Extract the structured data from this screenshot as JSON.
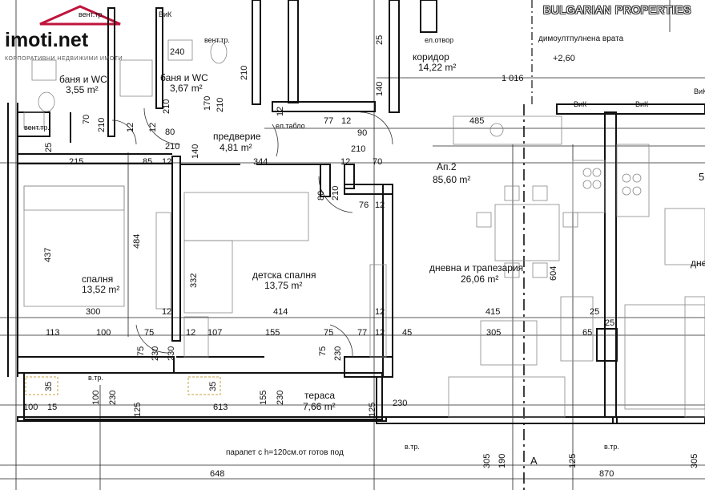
{
  "watermark": {
    "logo_text": "imoti.net",
    "logo_subtitle": "КОРПОРАТИВНИ НЕДВИЖИМИ ИМОТИ",
    "brand_text": "BULGARIAN PROPERTIES"
  },
  "apartment": {
    "name": "Ап.2",
    "area": "85,60 m²"
  },
  "rooms": {
    "bath1": {
      "name": "баня и WC",
      "area": "3,55 m²"
    },
    "bath2": {
      "name": "баня и WC",
      "area": "3,67 m²"
    },
    "corridor": {
      "name": "коридор",
      "area": "14,22 m²"
    },
    "hall": {
      "name": "предверие",
      "area": "4,81 m²"
    },
    "bedroom": {
      "name": "спалня",
      "area": "13,52 m²"
    },
    "kids": {
      "name": "детска спалня",
      "area": "13,75 m²"
    },
    "living": {
      "name": "дневна и трапезария",
      "area": "26,06 m²"
    },
    "terrace": {
      "name": "тераса",
      "area": "7,66 m²"
    },
    "right_room": {
      "name": "дне"
    }
  },
  "notes": {
    "smoke_door": "димоултпулнена врата",
    "el_otvor": "ел.отвор",
    "el_tablo": "ел.табло",
    "level": "+2,60",
    "parapet": "парапет с h=120см.от готов под",
    "vent1": "вент.тр.",
    "vent2": "вент.тр.",
    "vent3": "вент.тр.",
    "vik1": "ВиК",
    "vik2": "ВиК",
    "vik3": "ВиК",
    "vik4": "ВиК",
    "vtr1": "в.тр.",
    "vtr2": "в.тр.",
    "vtr3": "в.тр.",
    "section_mark": "А",
    "right_num": "5"
  },
  "dims": {
    "d_215": "215",
    "d_85": "85",
    "d_12a": "12",
    "d_344": "344",
    "d_12b": "12",
    "d_70": "70",
    "d_80": "80",
    "d_210a": "210",
    "d_90": "90",
    "d_210b": "210",
    "d_77a": "77",
    "d_12c": "12",
    "d_485": "485",
    "d_1016": "1 016",
    "d_300": "300",
    "d_12d": "12",
    "d_414": "414",
    "d_12e": "12",
    "d_415": "415",
    "d_25a": "25",
    "d_113": "113",
    "d_100a": "100",
    "d_75a": "75",
    "d_12f": "12",
    "d_107": "107",
    "d_155a": "155",
    "d_75b": "75",
    "d_77b": "77",
    "d_12g": "12",
    "d_45": "45",
    "d_305a": "305",
    "d_65": "65",
    "d_25b": "25",
    "d_76": "76",
    "d_12h": "12",
    "d_100b": "100",
    "d_15": "15",
    "d_613": "613",
    "d_230h": "230",
    "d_648": "648",
    "d_870": "870",
    "v_437": "437",
    "v_484": "484",
    "v_332": "332",
    "v_604": "604",
    "v_25a": "25",
    "v_25b": "25",
    "v_140a": "140",
    "v_170": "170",
    "v_140b": "140",
    "v_210a": "210",
    "v_70": "70",
    "v_210b": "210",
    "v_80": "80",
    "v_210c": "210",
    "v_230a": "230",
    "v_75a": "75",
    "v_230b": "230",
    "v_75b": "75",
    "v_230c": "230",
    "v_35a": "35",
    "v_100": "100",
    "v_230d": "230",
    "v_125a": "125",
    "v_35b": "35",
    "v_155": "155",
    "v_230e": "230",
    "v_125b": "125",
    "v_305": "305",
    "v_190": "190",
    "v_125c": "125",
    "v_305b": "305",
    "v_12a": "12",
    "v_12b": "12",
    "v_12c": "12",
    "v_210d": "210",
    "v_210e": "210",
    "v_240": "240"
  }
}
